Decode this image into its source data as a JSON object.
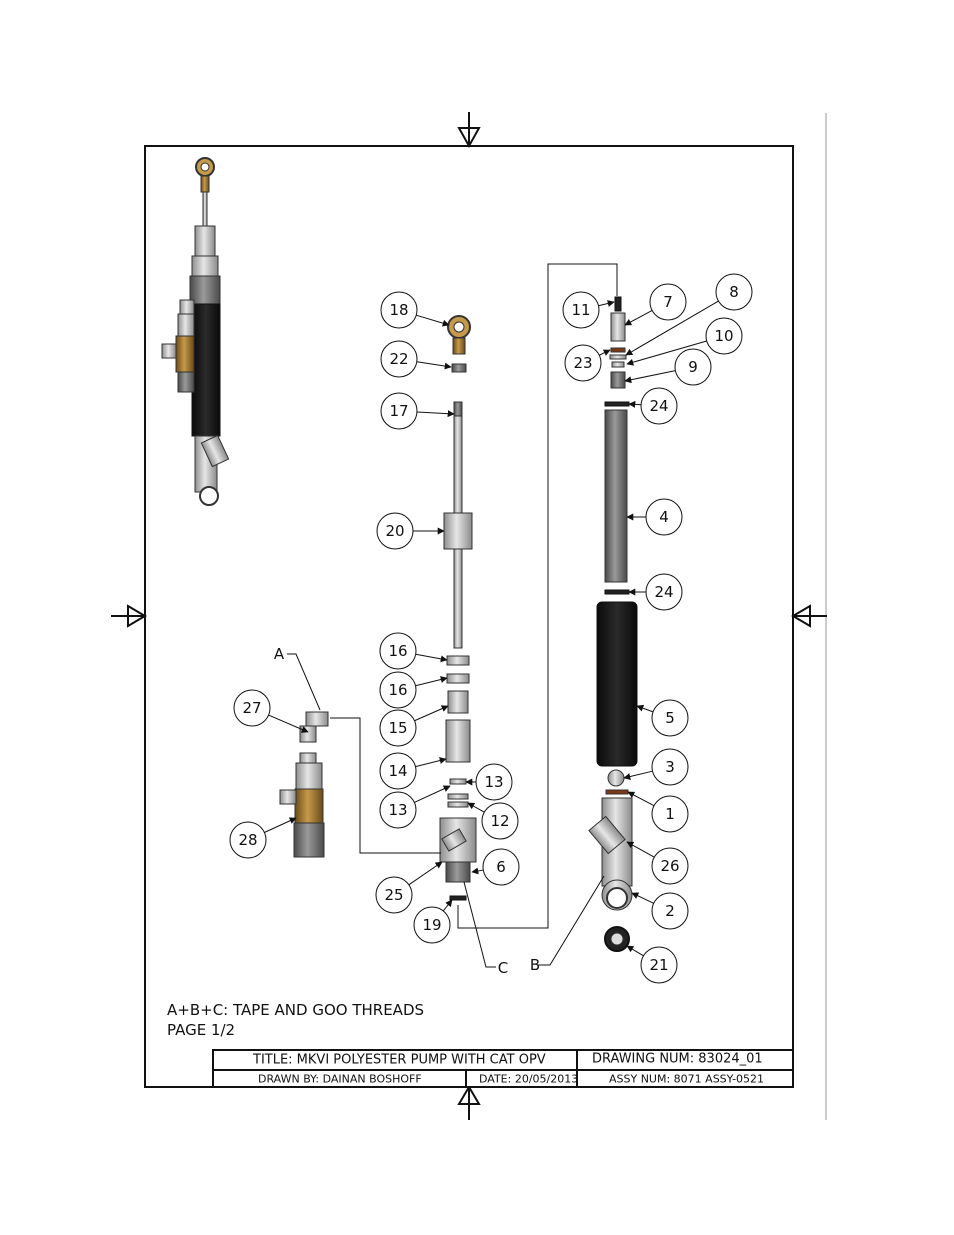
{
  "notes": {
    "line1": "A+B+C: TAPE AND GOO THREADS",
    "line2": "PAGE 1/2"
  },
  "title_block": {
    "title": "TITLE: MKVI POLYESTER PUMP WITH CAT OPV",
    "drawing_num": "DRAWING NUM: 83024_01",
    "drawn_by": "DRAWN BY: DAINAN BOSHOFF",
    "date": "DATE: 20/05/2013",
    "assy_num": "ASSY NUM: 8071 ASSY-0521"
  },
  "balloons": [
    {
      "id": "b18",
      "label": "18"
    },
    {
      "id": "b22",
      "label": "22"
    },
    {
      "id": "b17",
      "label": "17"
    },
    {
      "id": "b20",
      "label": "20"
    },
    {
      "id": "b16a",
      "label": "16"
    },
    {
      "id": "b16b",
      "label": "16"
    },
    {
      "id": "b15",
      "label": "15"
    },
    {
      "id": "b14",
      "label": "14"
    },
    {
      "id": "b13a",
      "label": "13"
    },
    {
      "id": "b13b",
      "label": "13"
    },
    {
      "id": "b12",
      "label": "12"
    },
    {
      "id": "b6",
      "label": "6"
    },
    {
      "id": "b25",
      "label": "25"
    },
    {
      "id": "b19",
      "label": "19"
    },
    {
      "id": "b27",
      "label": "27"
    },
    {
      "id": "b28",
      "label": "28"
    },
    {
      "id": "b11",
      "label": "11"
    },
    {
      "id": "b7",
      "label": "7"
    },
    {
      "id": "b8",
      "label": "8"
    },
    {
      "id": "b10",
      "label": "10"
    },
    {
      "id": "b23",
      "label": "23"
    },
    {
      "id": "b9",
      "label": "9"
    },
    {
      "id": "b24a",
      "label": "24"
    },
    {
      "id": "b4",
      "label": "4"
    },
    {
      "id": "b24b",
      "label": "24"
    },
    {
      "id": "b5",
      "label": "5"
    },
    {
      "id": "b3",
      "label": "3"
    },
    {
      "id": "b1",
      "label": "1"
    },
    {
      "id": "b26",
      "label": "26"
    },
    {
      "id": "b2",
      "label": "2"
    },
    {
      "id": "b21",
      "label": "21"
    }
  ],
  "letters": {
    "a": "A",
    "b": "B",
    "c": "C"
  }
}
